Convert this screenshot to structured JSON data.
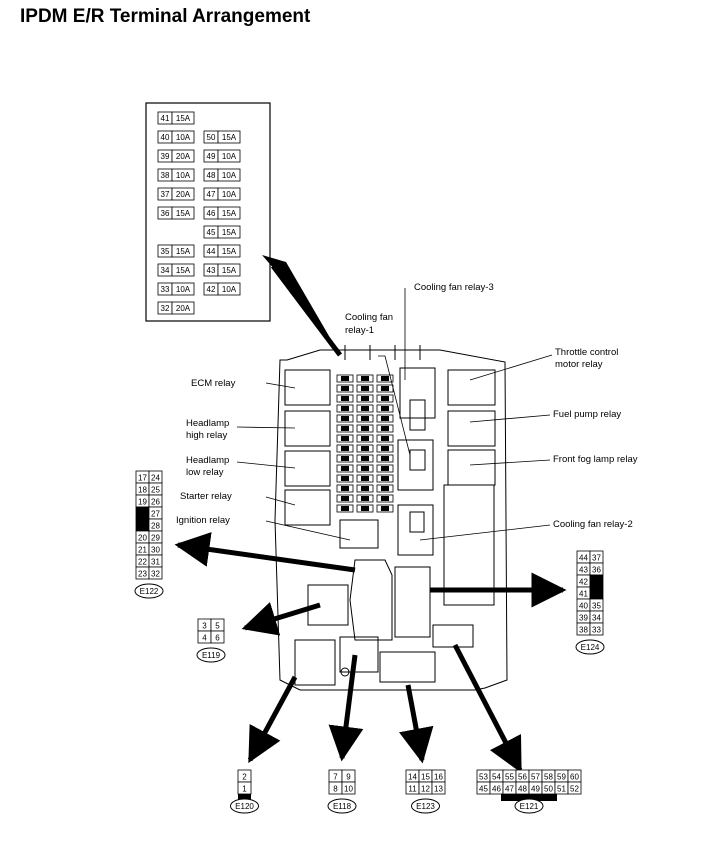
{
  "title": "IPDM E/R Terminal Arrangement",
  "fuses": [
    {
      "num": "41",
      "amp": "15A"
    },
    {
      "num": "40",
      "amp": "10A"
    },
    {
      "num": "50",
      "amp": "15A"
    },
    {
      "num": "39",
      "amp": "20A"
    },
    {
      "num": "49",
      "amp": "10A"
    },
    {
      "num": "38",
      "amp": "10A"
    },
    {
      "num": "48",
      "amp": "10A"
    },
    {
      "num": "37",
      "amp": "20A"
    },
    {
      "num": "47",
      "amp": "10A"
    },
    {
      "num": "36",
      "amp": "15A"
    },
    {
      "num": "46",
      "amp": "15A"
    },
    {
      "num": "45",
      "amp": "15A"
    },
    {
      "num": "35",
      "amp": "15A"
    },
    {
      "num": "44",
      "amp": "15A"
    },
    {
      "num": "34",
      "amp": "15A"
    },
    {
      "num": "43",
      "amp": "15A"
    },
    {
      "num": "33",
      "amp": "10A"
    },
    {
      "num": "42",
      "amp": "10A"
    },
    {
      "num": "32",
      "amp": "20A"
    }
  ],
  "relays": {
    "ecm": "ECM relay",
    "headlamp_high_1": "Headlamp",
    "headlamp_high_2": "high relay",
    "headlamp_low_1": "Headlamp",
    "headlamp_low_2": "low relay",
    "starter": "Starter relay",
    "ignition": "Ignition relay",
    "cooling_fan_1_a": "Cooling fan",
    "cooling_fan_1_b": "relay-1",
    "cooling_fan_3": "Cooling fan relay-3",
    "throttle_1": "Throttle control",
    "throttle_2": "motor relay",
    "fuel_pump": "Fuel pump relay",
    "front_fog": "Front fog lamp relay",
    "cooling_fan_2": "Cooling fan relay-2"
  },
  "connectors": {
    "e122": {
      "label": "E122",
      "rows": [
        [
          "17",
          "24"
        ],
        [
          "18",
          "25"
        ],
        [
          "19",
          "26"
        ],
        [
          "",
          "27"
        ],
        [
          "",
          "28"
        ],
        [
          "20",
          "29"
        ],
        [
          "21",
          "30"
        ],
        [
          "22",
          "31"
        ],
        [
          "23",
          "32"
        ]
      ]
    },
    "e119": {
      "label": "E119",
      "rows": [
        [
          "3",
          "5"
        ],
        [
          "4",
          "6"
        ]
      ]
    },
    "e124": {
      "label": "E124",
      "rows": [
        [
          "44",
          "37"
        ],
        [
          "43",
          "36"
        ],
        [
          "42",
          ""
        ],
        [
          "41",
          ""
        ],
        [
          "40",
          "35"
        ],
        [
          "39",
          "34"
        ],
        [
          "38",
          "33"
        ]
      ]
    },
    "e120": {
      "label": "E120",
      "rows": [
        [
          "2"
        ],
        [
          "1"
        ]
      ]
    },
    "e118": {
      "label": "E118",
      "rows": [
        [
          "7",
          "9"
        ],
        [
          "8",
          "10"
        ]
      ]
    },
    "e123": {
      "label": "E123",
      "rows": [
        [
          "14",
          "15",
          "16"
        ],
        [
          "11",
          "12",
          "13"
        ]
      ]
    },
    "e121": {
      "label": "E121",
      "rows": [
        [
          "53",
          "54",
          "55",
          "56",
          "57",
          "58",
          "59",
          "60"
        ],
        [
          "45",
          "46",
          "47",
          "48",
          "49",
          "50",
          "51",
          "52"
        ]
      ]
    }
  }
}
